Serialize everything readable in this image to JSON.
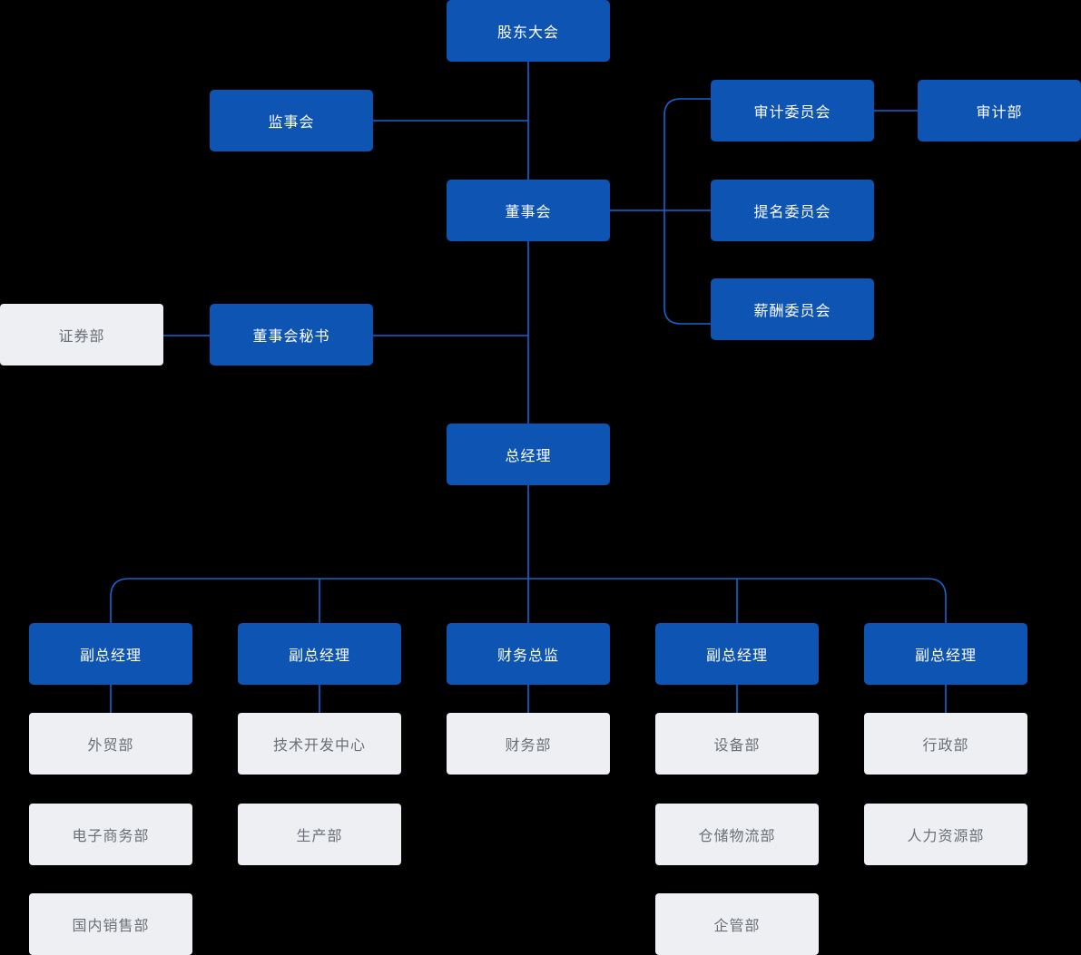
{
  "diagram": {
    "type": "org-chart",
    "colors": {
      "background": "#000000",
      "primary_fill": "#0E54B2",
      "primary_text": "#FFFFFF",
      "secondary_fill": "#EDEFF2",
      "secondary_text": "#6B6F77",
      "line": "#1565CF"
    },
    "nodes": {
      "shareholders": "股东大会",
      "supervisory_board": "监事会",
      "board_of_directors": "董事会",
      "audit_committee": "审计委员会",
      "audit_department": "审计部",
      "nomination_committee": "提名委员会",
      "compensation_committee": "薪酬委员会",
      "board_secretary": "董事会秘书",
      "securities_department": "证券部",
      "general_manager": "总经理",
      "deputy_gm_1": "副总经理",
      "deputy_gm_2": "副总经理",
      "finance_director": "财务总监",
      "deputy_gm_4": "副总经理",
      "deputy_gm_5": "副总经理",
      "foreign_trade_department": "外贸部",
      "ecommerce_department": "电子商务部",
      "domestic_sales_department": "国内销售部",
      "tech_development_center": "技术开发中心",
      "production_department": "生产部",
      "finance_department": "财务部",
      "equipment_department": "设备部",
      "warehouse_logistics_department": "仓储物流部",
      "enterprise_management_department": "企管部",
      "administration_department": "行政部",
      "human_resources_department": "人力资源部"
    }
  }
}
